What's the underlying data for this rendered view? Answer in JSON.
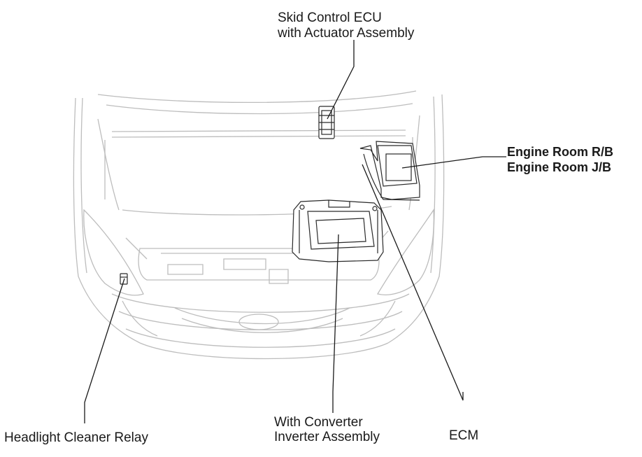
{
  "labels": {
    "skid_control_line1": "Skid Control ECU",
    "skid_control_line2": "with Actuator Assembly",
    "engine_room_rb": "Engine Room R/B",
    "engine_room_jb": "Engine Room J/B",
    "headlight_cleaner_relay": "Headlight Cleaner Relay",
    "converter_line1": "With Converter",
    "converter_line2": "Inverter Assembly",
    "ecm": "ECM"
  },
  "colors": {
    "line": "#1a1a1a",
    "car_outline": "#bdbdbd",
    "component_outline": "#2a2a2a"
  }
}
